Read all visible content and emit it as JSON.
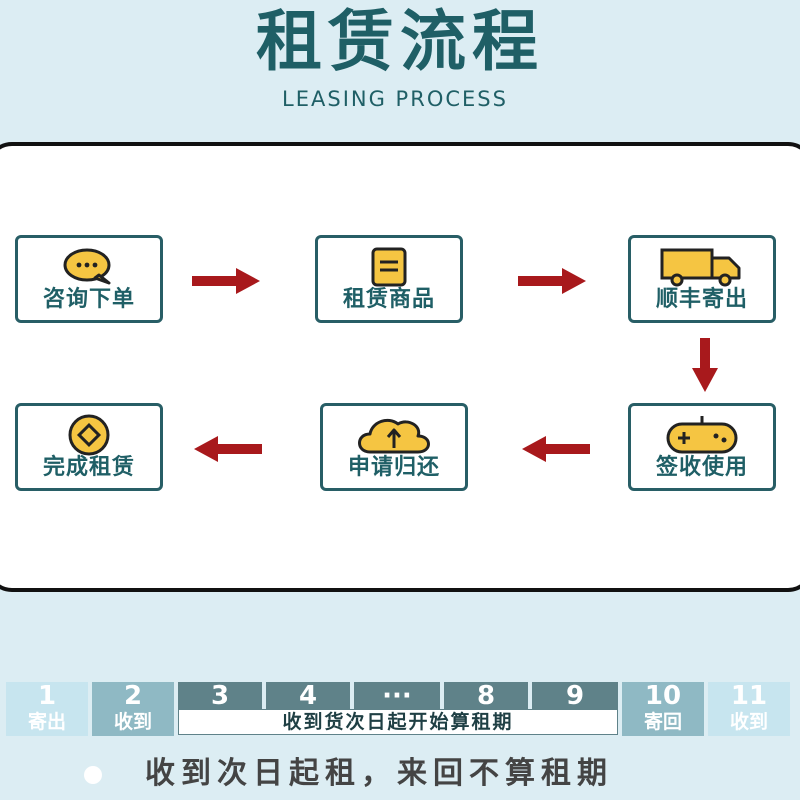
{
  "header": {
    "title": "租赁流程",
    "subtitle": "LEASING PROCESS"
  },
  "steps": [
    {
      "label": "咨询下单",
      "icon": "chat-bubble-icon"
    },
    {
      "label": "租赁商品",
      "icon": "document-icon"
    },
    {
      "label": "顺丰寄出",
      "icon": "truck-icon"
    },
    {
      "label": "签收使用",
      "icon": "gamepad-icon"
    },
    {
      "label": "申请归还",
      "icon": "cloud-upload-icon"
    },
    {
      "label": "完成租赁",
      "icon": "coin-icon"
    }
  ],
  "timeline": {
    "cells": [
      {
        "num": "1",
        "text": "寄出"
      },
      {
        "num": "2",
        "text": "收到"
      },
      {
        "num": "3",
        "text": ""
      },
      {
        "num": "4",
        "text": ""
      },
      {
        "num": "···",
        "text": ""
      },
      {
        "num": "8",
        "text": ""
      },
      {
        "num": "9",
        "text": ""
      },
      {
        "num": "10",
        "text": "寄回"
      },
      {
        "num": "11",
        "text": "收到"
      }
    ],
    "band_text": "收到货次日起开始算租期"
  },
  "note": "收到次日起租，来回不算租期",
  "colors": {
    "background": "#dcedf3",
    "accent": "#1f5f66",
    "arrow": "#a8191c",
    "icon_yellow": "#f5c542"
  }
}
